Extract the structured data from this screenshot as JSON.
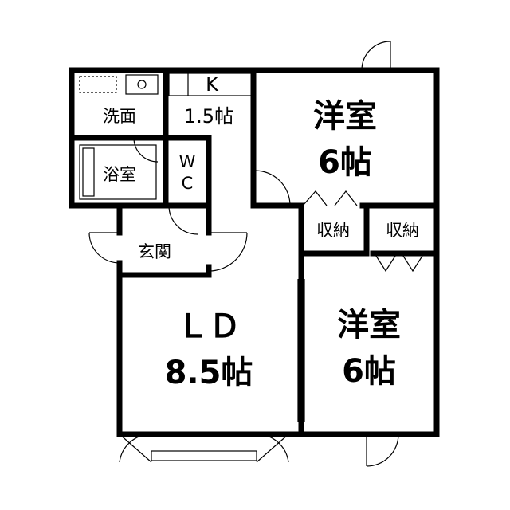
{
  "rooms": {
    "western_room_top": {
      "name": "洋室",
      "size": "6帖"
    },
    "western_room_bottom": {
      "name": "洋室",
      "size": "6帖"
    },
    "living_dining": {
      "name": "ＬＤ",
      "size": "8.5帖"
    },
    "kitchen": {
      "name": "K",
      "size": "1.5帖"
    },
    "washroom": {
      "name": "洗面"
    },
    "bathroom": {
      "name": "浴室"
    },
    "toilet": {
      "name_line1": "W",
      "name_line2": "C"
    },
    "entrance": {
      "name": "玄関"
    },
    "storage_left": {
      "name": "収納"
    },
    "storage_right": {
      "name": "収納"
    }
  }
}
